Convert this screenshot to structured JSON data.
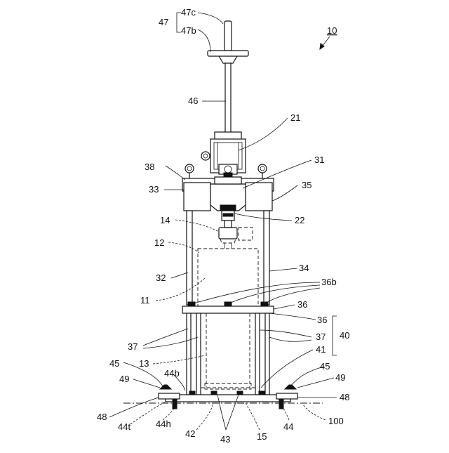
{
  "figure": {
    "ref_10": "10",
    "labels": {
      "l47": "47",
      "l47c": "47c",
      "l47b": "47b",
      "l46": "46",
      "l21": "21",
      "l31": "31",
      "l38": "38",
      "l33": "33",
      "l35": "35",
      "l14": "14",
      "l22": "22",
      "l12": "12",
      "l32": "32",
      "l34": "34",
      "l36b": "36b",
      "l11": "11",
      "l36a": "36",
      "l36b2": "36",
      "l40": "40",
      "l37a": "37",
      "l37b": "37",
      "l41": "41",
      "l13": "13",
      "l44b": "44b",
      "l45a": "45",
      "l45b": "45",
      "l49a": "49",
      "l49b": "49",
      "l48a": "48",
      "l48b": "48",
      "l44t": "44t",
      "l44h": "44h",
      "l42": "42",
      "l43": "43",
      "l15": "15",
      "l44": "44",
      "l100": "100"
    }
  }
}
